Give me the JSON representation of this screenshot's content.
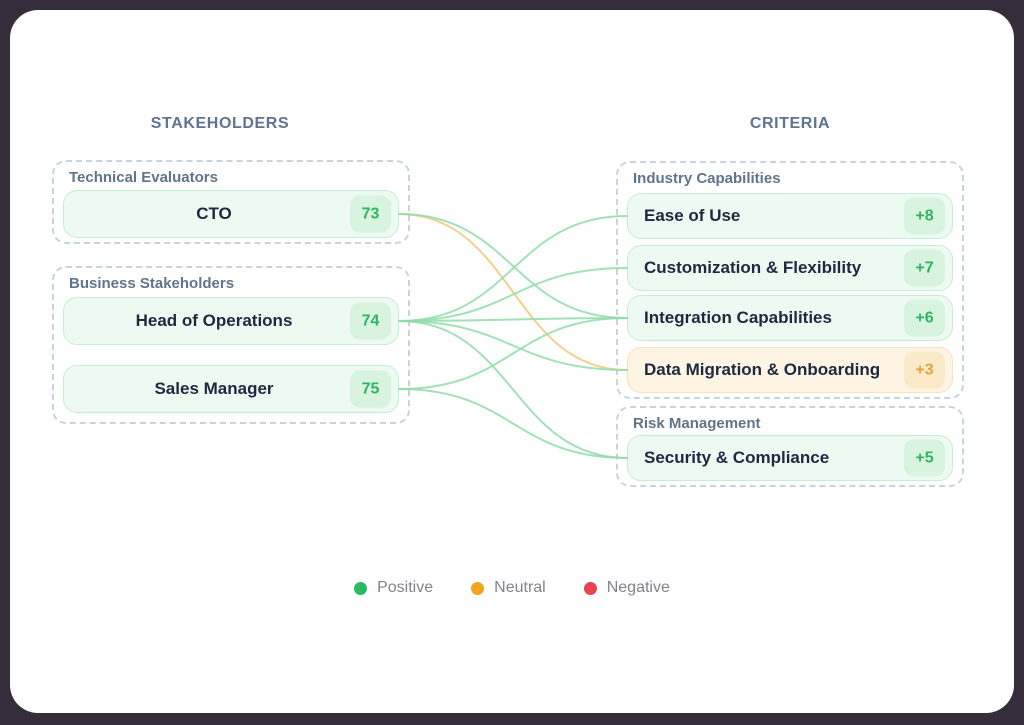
{
  "headers": {
    "left": "STAKEHOLDERS",
    "right": "CRITERIA"
  },
  "stakeholders": {
    "groups": [
      {
        "title": "Technical Evaluators",
        "items": [
          {
            "id": "cto",
            "label": "CTO",
            "score": "73",
            "tone": "positive"
          }
        ]
      },
      {
        "title": "Business Stakeholders",
        "items": [
          {
            "id": "headops",
            "label": "Head of Operations",
            "score": "74",
            "tone": "positive"
          },
          {
            "id": "sales",
            "label": "Sales Manager",
            "score": "75",
            "tone": "positive"
          }
        ]
      }
    ]
  },
  "criteria": {
    "groups": [
      {
        "title": "Industry Capabilities",
        "items": [
          {
            "id": "ease",
            "label": "Ease of Use",
            "score": "+8",
            "tone": "positive"
          },
          {
            "id": "custom",
            "label": "Customization & Flexibility",
            "score": "+7",
            "tone": "positive"
          },
          {
            "id": "integ",
            "label": "Integration Capabilities",
            "score": "+6",
            "tone": "positive"
          },
          {
            "id": "datamig",
            "label": "Data Migration & Onboarding",
            "score": "+3",
            "tone": "neutral"
          }
        ]
      },
      {
        "title": "Risk Management",
        "items": [
          {
            "id": "security",
            "label": "Security & Compliance",
            "score": "+5",
            "tone": "positive"
          }
        ]
      }
    ]
  },
  "connections": [
    {
      "from": "cto",
      "to": "datamig",
      "sentiment": "neutral"
    },
    {
      "from": "cto",
      "to": "integ",
      "sentiment": "positive"
    },
    {
      "from": "headops",
      "to": "ease",
      "sentiment": "positive"
    },
    {
      "from": "headops",
      "to": "custom",
      "sentiment": "positive"
    },
    {
      "from": "headops",
      "to": "integ",
      "sentiment": "positive"
    },
    {
      "from": "headops",
      "to": "datamig",
      "sentiment": "positive"
    },
    {
      "from": "headops",
      "to": "security",
      "sentiment": "positive"
    },
    {
      "from": "sales",
      "to": "integ",
      "sentiment": "positive"
    },
    {
      "from": "sales",
      "to": "security",
      "sentiment": "positive"
    }
  ],
  "legend": [
    {
      "label": "Positive",
      "color": "#2aba60"
    },
    {
      "label": "Neutral",
      "color": "#f2a41d"
    },
    {
      "label": "Negative",
      "color": "#e8434e"
    }
  ],
  "colors": {
    "lines": {
      "positive": "#90dcaa",
      "neutral": "#f1c778",
      "negative": "#ef8a92"
    },
    "frame_background": "#352d3a",
    "panel_background": "#ffffff"
  }
}
